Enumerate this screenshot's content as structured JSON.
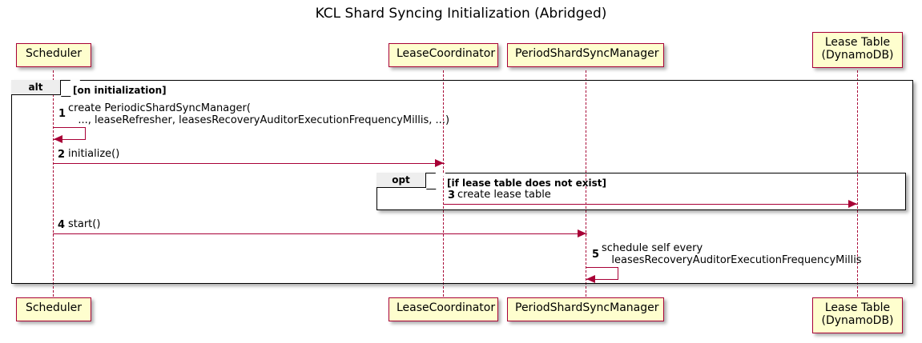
{
  "title": "KCL Shard Syncing Initialization (Abridged)",
  "colors": {
    "participant_fill": "#FEFECE",
    "participant_border": "#A80036",
    "arrow": "#A80036",
    "frame_border": "#000000",
    "frame_tab_fill": "#EEEEEE",
    "background": "#FFFFFF"
  },
  "participants": [
    {
      "id": "scheduler",
      "label": "Scheduler"
    },
    {
      "id": "leasecoord",
      "label": "LeaseCoordinator"
    },
    {
      "id": "pssm",
      "label": "PeriodShardSyncManager"
    },
    {
      "id": "leasetable",
      "label": "Lease Table\n(DynamoDB)"
    }
  ],
  "fragments": [
    {
      "id": "alt",
      "operator": "alt",
      "guard": "[on initialization]"
    },
    {
      "id": "opt",
      "operator": "opt",
      "guard": "[if lease table does not exist]"
    }
  ],
  "messages": [
    {
      "number": "1",
      "text": "create PeriodicShardSyncManager(\n   ..., leaseRefresher, leasesRecoveryAuditorExecutionFrequencyMillis, ...)",
      "from": "scheduler",
      "to": "scheduler",
      "kind": "self"
    },
    {
      "number": "2",
      "text": "initialize()",
      "from": "scheduler",
      "to": "leasecoord",
      "kind": "sync"
    },
    {
      "number": "3",
      "text": "create lease table",
      "from": "leasecoord",
      "to": "leasetable",
      "kind": "sync"
    },
    {
      "number": "4",
      "text": "start()",
      "from": "scheduler",
      "to": "pssm",
      "kind": "sync"
    },
    {
      "number": "5",
      "text": "schedule self every\n   leasesRecoveryAuditorExecutionFrequencyMillis",
      "from": "pssm",
      "to": "pssm",
      "kind": "self"
    }
  ]
}
